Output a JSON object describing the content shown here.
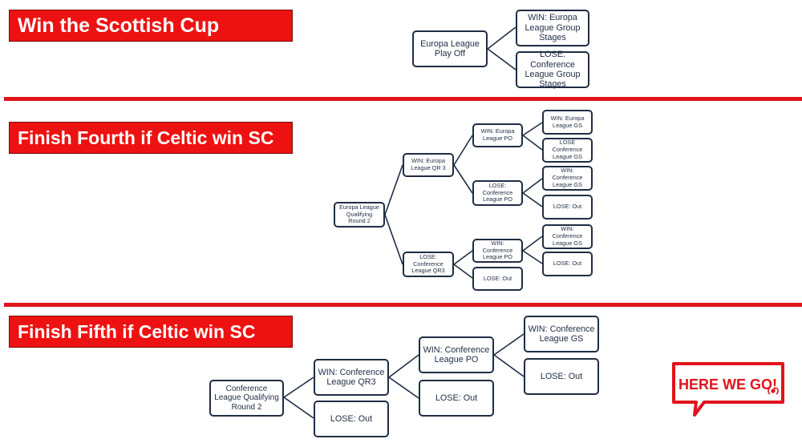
{
  "sections": [
    {
      "title": "Win the Scottish Cup",
      "nodes": {
        "root": "Europa League Play Off",
        "win": "WIN: Europa League Group Stages",
        "lose": "LOSE: Conference League Group Stages"
      }
    },
    {
      "title": "Finish Fourth if Celtic win SC",
      "nodes": {
        "root": "Europa League Qualifying Round 2",
        "win_qr3": "WIN: Europa League QR 3",
        "lose_qr3": "LOSE: Conference League QR3",
        "win_po": "WIN: Europa League PO",
        "lose_po": "LOSE: Conference League PO",
        "win_gs": "WIN: Europa League GS",
        "lose_gs": "LOSE Conference League GS",
        "win_cl_gs": "WIN: Conference League GS",
        "lose_out": "LOSE: Out",
        "win_cl_po": "WIN: Conference League PO",
        "lose_out_2": "LOSE: Out",
        "win_cl_gs_2": "WIN: Conference League GS",
        "lose_out_3": "LOSE: Out"
      }
    },
    {
      "title": "Finish Fifth if Celtic win SC",
      "nodes": {
        "root": "Conference League Qualifying Round 2",
        "win_qr3": "WIN: Conference League QR3",
        "lose": "LOSE: Out",
        "win_po": "WIN: Conference League PO",
        "lose_2": "LOSE: Out",
        "win_gs": "WIN: Conference League GS",
        "lose_3": "LOSE: Out"
      }
    }
  ],
  "logo": {
    "text": "HERE WE GO!",
    "accent": "#e0141c"
  },
  "colors": {
    "banner": "#ee1111",
    "divider": "#e0141c",
    "node_border": "#1f2d44",
    "link": "#1f2d44"
  }
}
